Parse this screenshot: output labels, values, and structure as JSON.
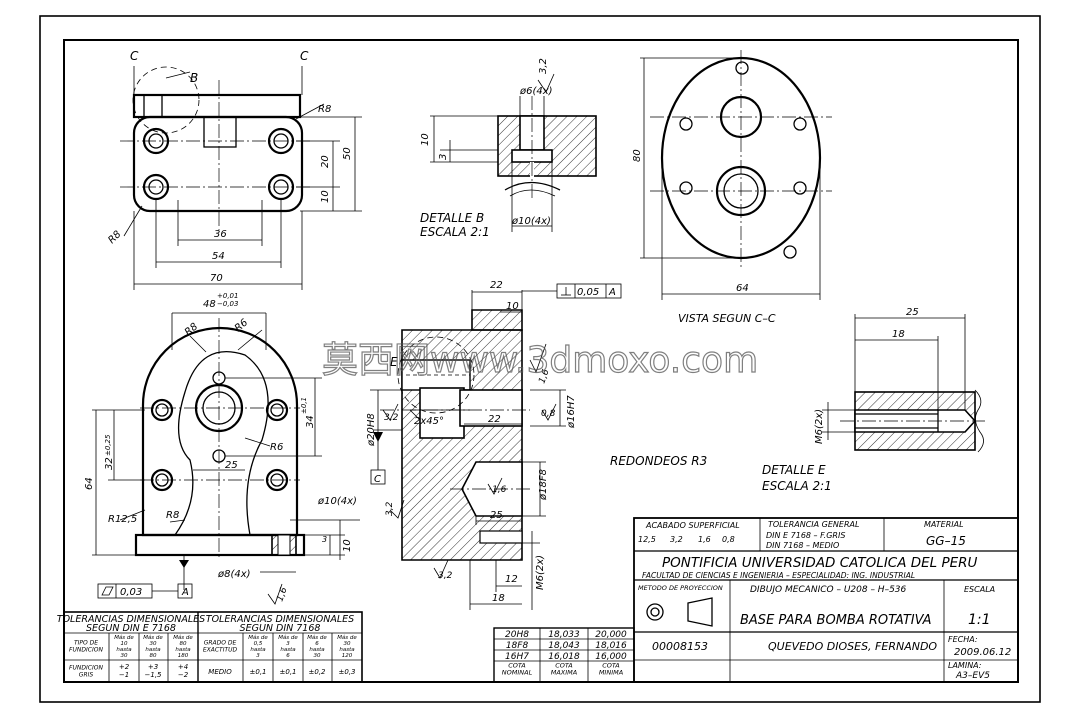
{
  "views": {
    "top": {
      "section_marks": [
        "C",
        "C"
      ],
      "detail_marker": "B",
      "dims": {
        "r8_top": "R8",
        "d50": "50",
        "d20": "20",
        "d10": "10",
        "r8_left": "R8",
        "d36": "36",
        "d54": "54",
        "d70": "70"
      }
    },
    "detail_b": {
      "title": "DETALLE B",
      "scale": "ESCALA 2:1",
      "dims": {
        "finish": "3,2",
        "hole": "ø6(4x)",
        "d10": "10",
        "d3": "3",
        "cbore": "ø10(4x)"
      }
    },
    "vista_cc": {
      "title": "VISTA SEGUN C–C",
      "dims": {
        "d80": "80",
        "d64": "64"
      }
    },
    "front": {
      "dims": {
        "d48": "48",
        "d48_tol": "+0,01\n−0,03",
        "r8": "R8",
        "r6_top": "R6",
        "r6_mid": "R6",
        "d34": "34",
        "d34_tol": "±0,1",
        "d32": "32",
        "d32_tol": "±0,25",
        "d25": "25",
        "d64": "64",
        "r12": "R12,5",
        "r8b": "R8",
        "hole10": "ø10(4x)",
        "d3": "3",
        "d10": "10",
        "hole8": "ø8(4x)",
        "finish": "1,6",
        "flatness": "0,03",
        "datum": "A"
      }
    },
    "section": {
      "dims": {
        "d22_top": "22",
        "d10": "10",
        "perp_val": "0,05",
        "perp_ref": "A",
        "f16": "1,6",
        "bore20": "ø20H8",
        "f32": "3,2",
        "chamfer": "2x45°",
        "d22_mid": "22",
        "f08": "0,8",
        "bore16": "ø16H7",
        "datum_c": "C",
        "f16b": "1,6",
        "bore18": "ø18F8",
        "d25": "25",
        "f32b": "3,2",
        "f32c": "3,2",
        "d12": "12",
        "d18": "18",
        "m6": "M6(2x)"
      }
    },
    "detail_e": {
      "title": "DETALLE E",
      "scale": "ESCALA 2:1",
      "dims": {
        "d25": "25",
        "d18": "18",
        "m6": "M6(2x)"
      }
    },
    "note_radius": "REDONDEOS R3",
    "marker_e": "E"
  },
  "watermark": "莫西网www.3dmoxo.com",
  "tol_tables": {
    "left": {
      "title1": "TOLERANCIAS DIMENSIONALES",
      "title2": "SEGUN DIN E 7168",
      "headers": [
        "TIPO DE\nFUNDICION",
        "Más de\n10\nhasta\n30",
        "Más de\n30\nhasta\n80",
        "Más de\n80\nhasta\n180"
      ],
      "row": [
        "FUNDICION\nGRIS",
        "+2\n−1",
        "+3\n−1,5",
        "+4\n−2"
      ]
    },
    "right": {
      "title1": "TOLERANCIAS DIMENSIONALES",
      "title2": "SEGUN DIN 7168",
      "headers": [
        "GRADO DE\nEXACTITUD",
        "Más de\n0,5\nhasta\n3",
        "Más de\n3\nhasta\n6",
        "Más de\n6\nhasta\n30",
        "Más de\n30\nhasta\n120"
      ],
      "row": [
        "MEDIO",
        "±0,1",
        "±0,1",
        "±0,2",
        "±0,3"
      ]
    }
  },
  "fit_table": {
    "rows": [
      [
        "20H8",
        "18,033",
        "20,000"
      ],
      [
        "18F8",
        "18,043",
        "18,016"
      ],
      [
        "16H7",
        "16,018",
        "16,000"
      ]
    ],
    "footer": [
      "COTA\nNOMINAL",
      "COTA\nMAXIMA",
      "COTA\nMINIMA"
    ]
  },
  "title_block": {
    "acabado_label": "ACABADO SUPERFICIAL",
    "acabado_vals": [
      "12,5",
      "3,2",
      "1,6",
      "0,8"
    ],
    "tol_label": "TOLERANCIA GENERAL",
    "tol_line1": "DIN E 7168 – F.GRIS",
    "tol_line2": "DIN 7168 – MEDIO",
    "material_label": "MATERIAL",
    "material": "GG–15",
    "university": "PONTIFICIA UNIVERSIDAD CATOLICA DEL PERU",
    "faculty": "FACULTAD DE CIENCIAS E INGENIERIA – ESPECIALIDAD: ING. INDUSTRIAL",
    "method_label": "METODO DE PROYECCION",
    "course": "DIBUJO MECANICO – U208 – H–536",
    "scale_label": "ESCALA",
    "title": "BASE PARA BOMBA ROTATIVA",
    "scale": "1:1",
    "code": "00008153",
    "author": "QUEVEDO DIOSES, FERNANDO",
    "date_label": "FECHA:",
    "date": "2009.06.12",
    "sheet_label": "LAMINA:",
    "sheet": "A3–EV5"
  }
}
